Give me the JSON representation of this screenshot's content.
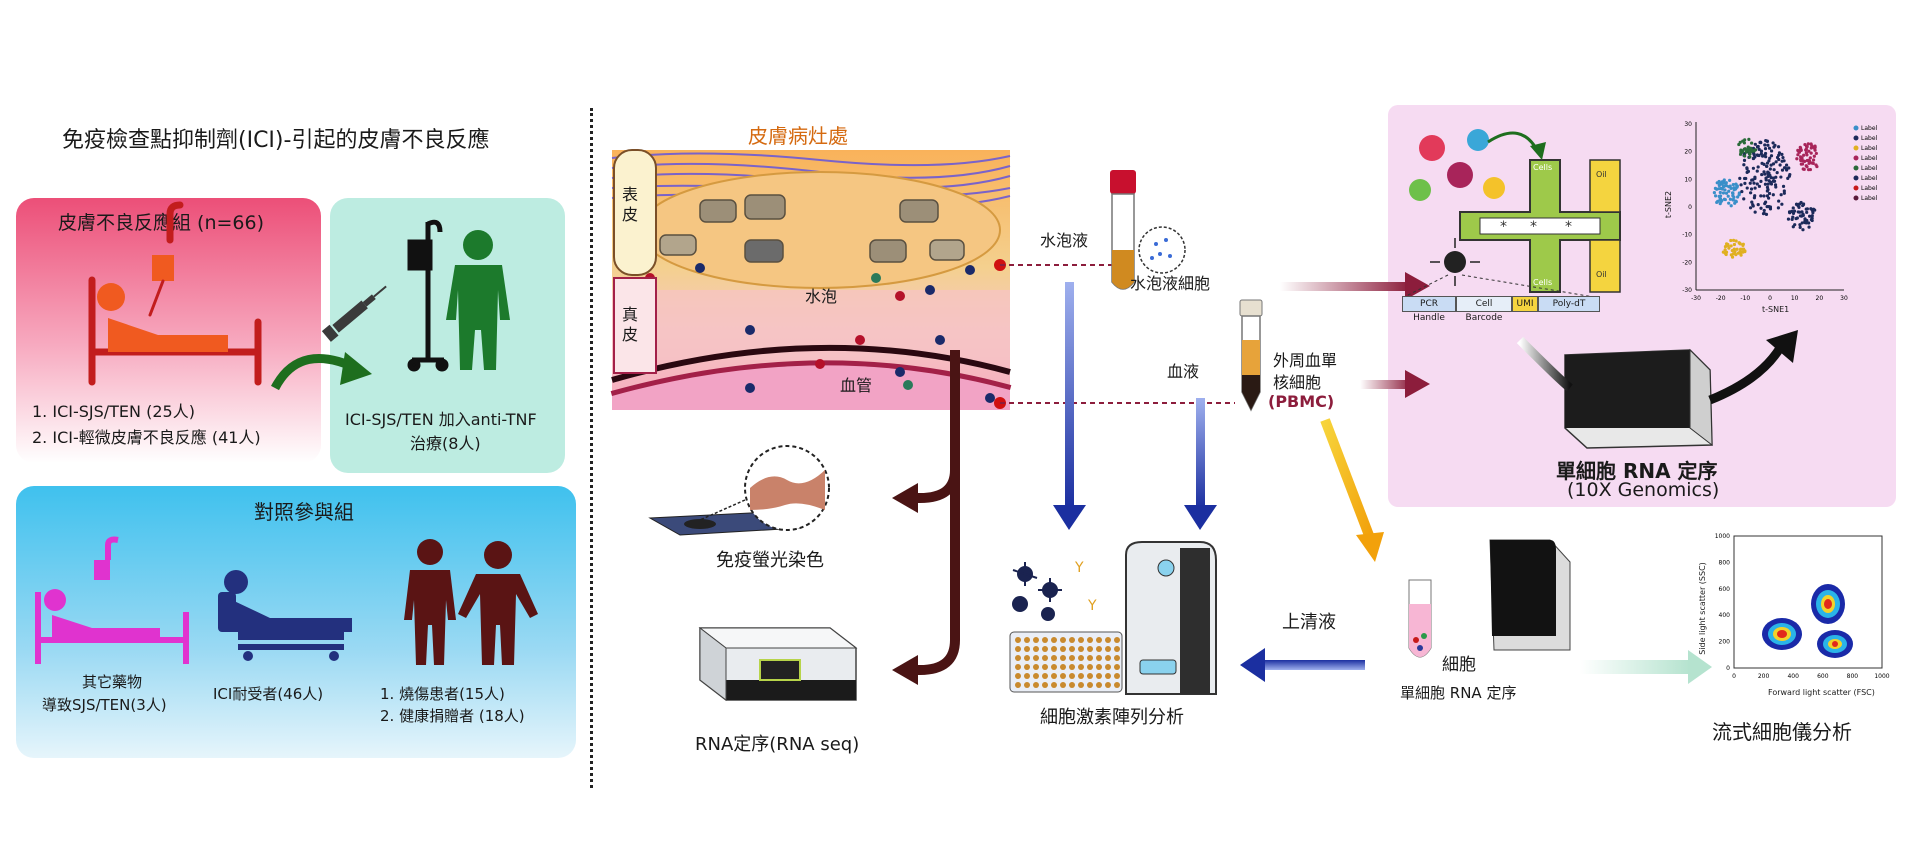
{
  "left_panel": {
    "title": "免疫檢查點抑制劑(ICI)-引起的皮膚不良反應",
    "group_sjs": {
      "title": "皮膚不良反應組 (n=66)",
      "line1": "1. ICI-SJS/TEN (25人)",
      "line2": "2. ICI-輕微皮膚不良反應 (41人)"
    },
    "group_tnf": {
      "line1": "ICI-SJS/TEN 加入anti-TNF",
      "line2": "治療(8人)"
    },
    "control": {
      "title": "對照參與組",
      "other_drug_line1": "其它藥物",
      "other_drug_line2": "導致SJS/TEN(3人)",
      "tolerant": "ICI耐受者(46人)",
      "burn": "1.  燒傷患者(15人)",
      "healthy": "2.  健康捐贈者 (18人)"
    }
  },
  "skin": {
    "lesion_title": "皮膚病灶處",
    "epidermis": "表皮",
    "dermis": "真皮",
    "blister": "水泡",
    "vessel": "血管"
  },
  "middle": {
    "blister_fluid": "水泡液",
    "blister_cells": "水泡液細胞",
    "blood": "血液",
    "pbmc_line1": "外周血單",
    "pbmc_line2": "核細胞",
    "pbmc_line3": "(PBMC)",
    "if_stain": "免疫螢光染色",
    "rna_seq": "RNA定序(RNA seq)",
    "cytokine": "細胞激素陣列分析",
    "supernatant": "上清液",
    "cells": "細胞",
    "sc_rna_small": "單細胞 RNA 定序"
  },
  "right": {
    "sc_title_line1": "單細胞 RNA 定序",
    "sc_title_line2": "(10X Genomics)",
    "flow_title": "流式細胞儀分析",
    "barcode_labels": [
      "PCR Handle",
      "Cell Barcode",
      "UMI",
      "Poly-dT"
    ],
    "chip_labels": [
      "Cells",
      "Oil",
      "Cells",
      "Oil"
    ],
    "tsne_xlabel": "t-SNE1",
    "tsne_ylabel": "t-SNE2",
    "tsne_xticks": [
      "-30",
      "-20",
      "-10",
      "0",
      "10",
      "20",
      "30"
    ],
    "tsne_yticks": [
      "30",
      "20",
      "10",
      "0",
      "-10",
      "-20",
      "-30"
    ],
    "tsne_legend": [
      "Label",
      "Label",
      "Label",
      "Label",
      "Label",
      "Label",
      "Label",
      "Label"
    ],
    "flow_xlabel": "Forward light scatter (FSC)",
    "flow_ylabel": "Side light scatter (SSC)",
    "flow_xticks": [
      "0",
      "200",
      "400",
      "600",
      "800",
      "1000"
    ],
    "flow_yticks": [
      "1000",
      "800",
      "600",
      "400",
      "200",
      "0"
    ]
  },
  "colors": {
    "sjs_box": "#f06a8a",
    "tnf_box": "#b8ebe0",
    "control_box": "#48c6ef",
    "sc_panel": "#f6dbf2",
    "arrow_maroon": "#8c1d3c",
    "arrow_blue": "#1b2fa0",
    "arrow_yellow": "#f2b90b",
    "arrow_dark": "#4a1414",
    "green_arrow": "#1e6e1e"
  }
}
